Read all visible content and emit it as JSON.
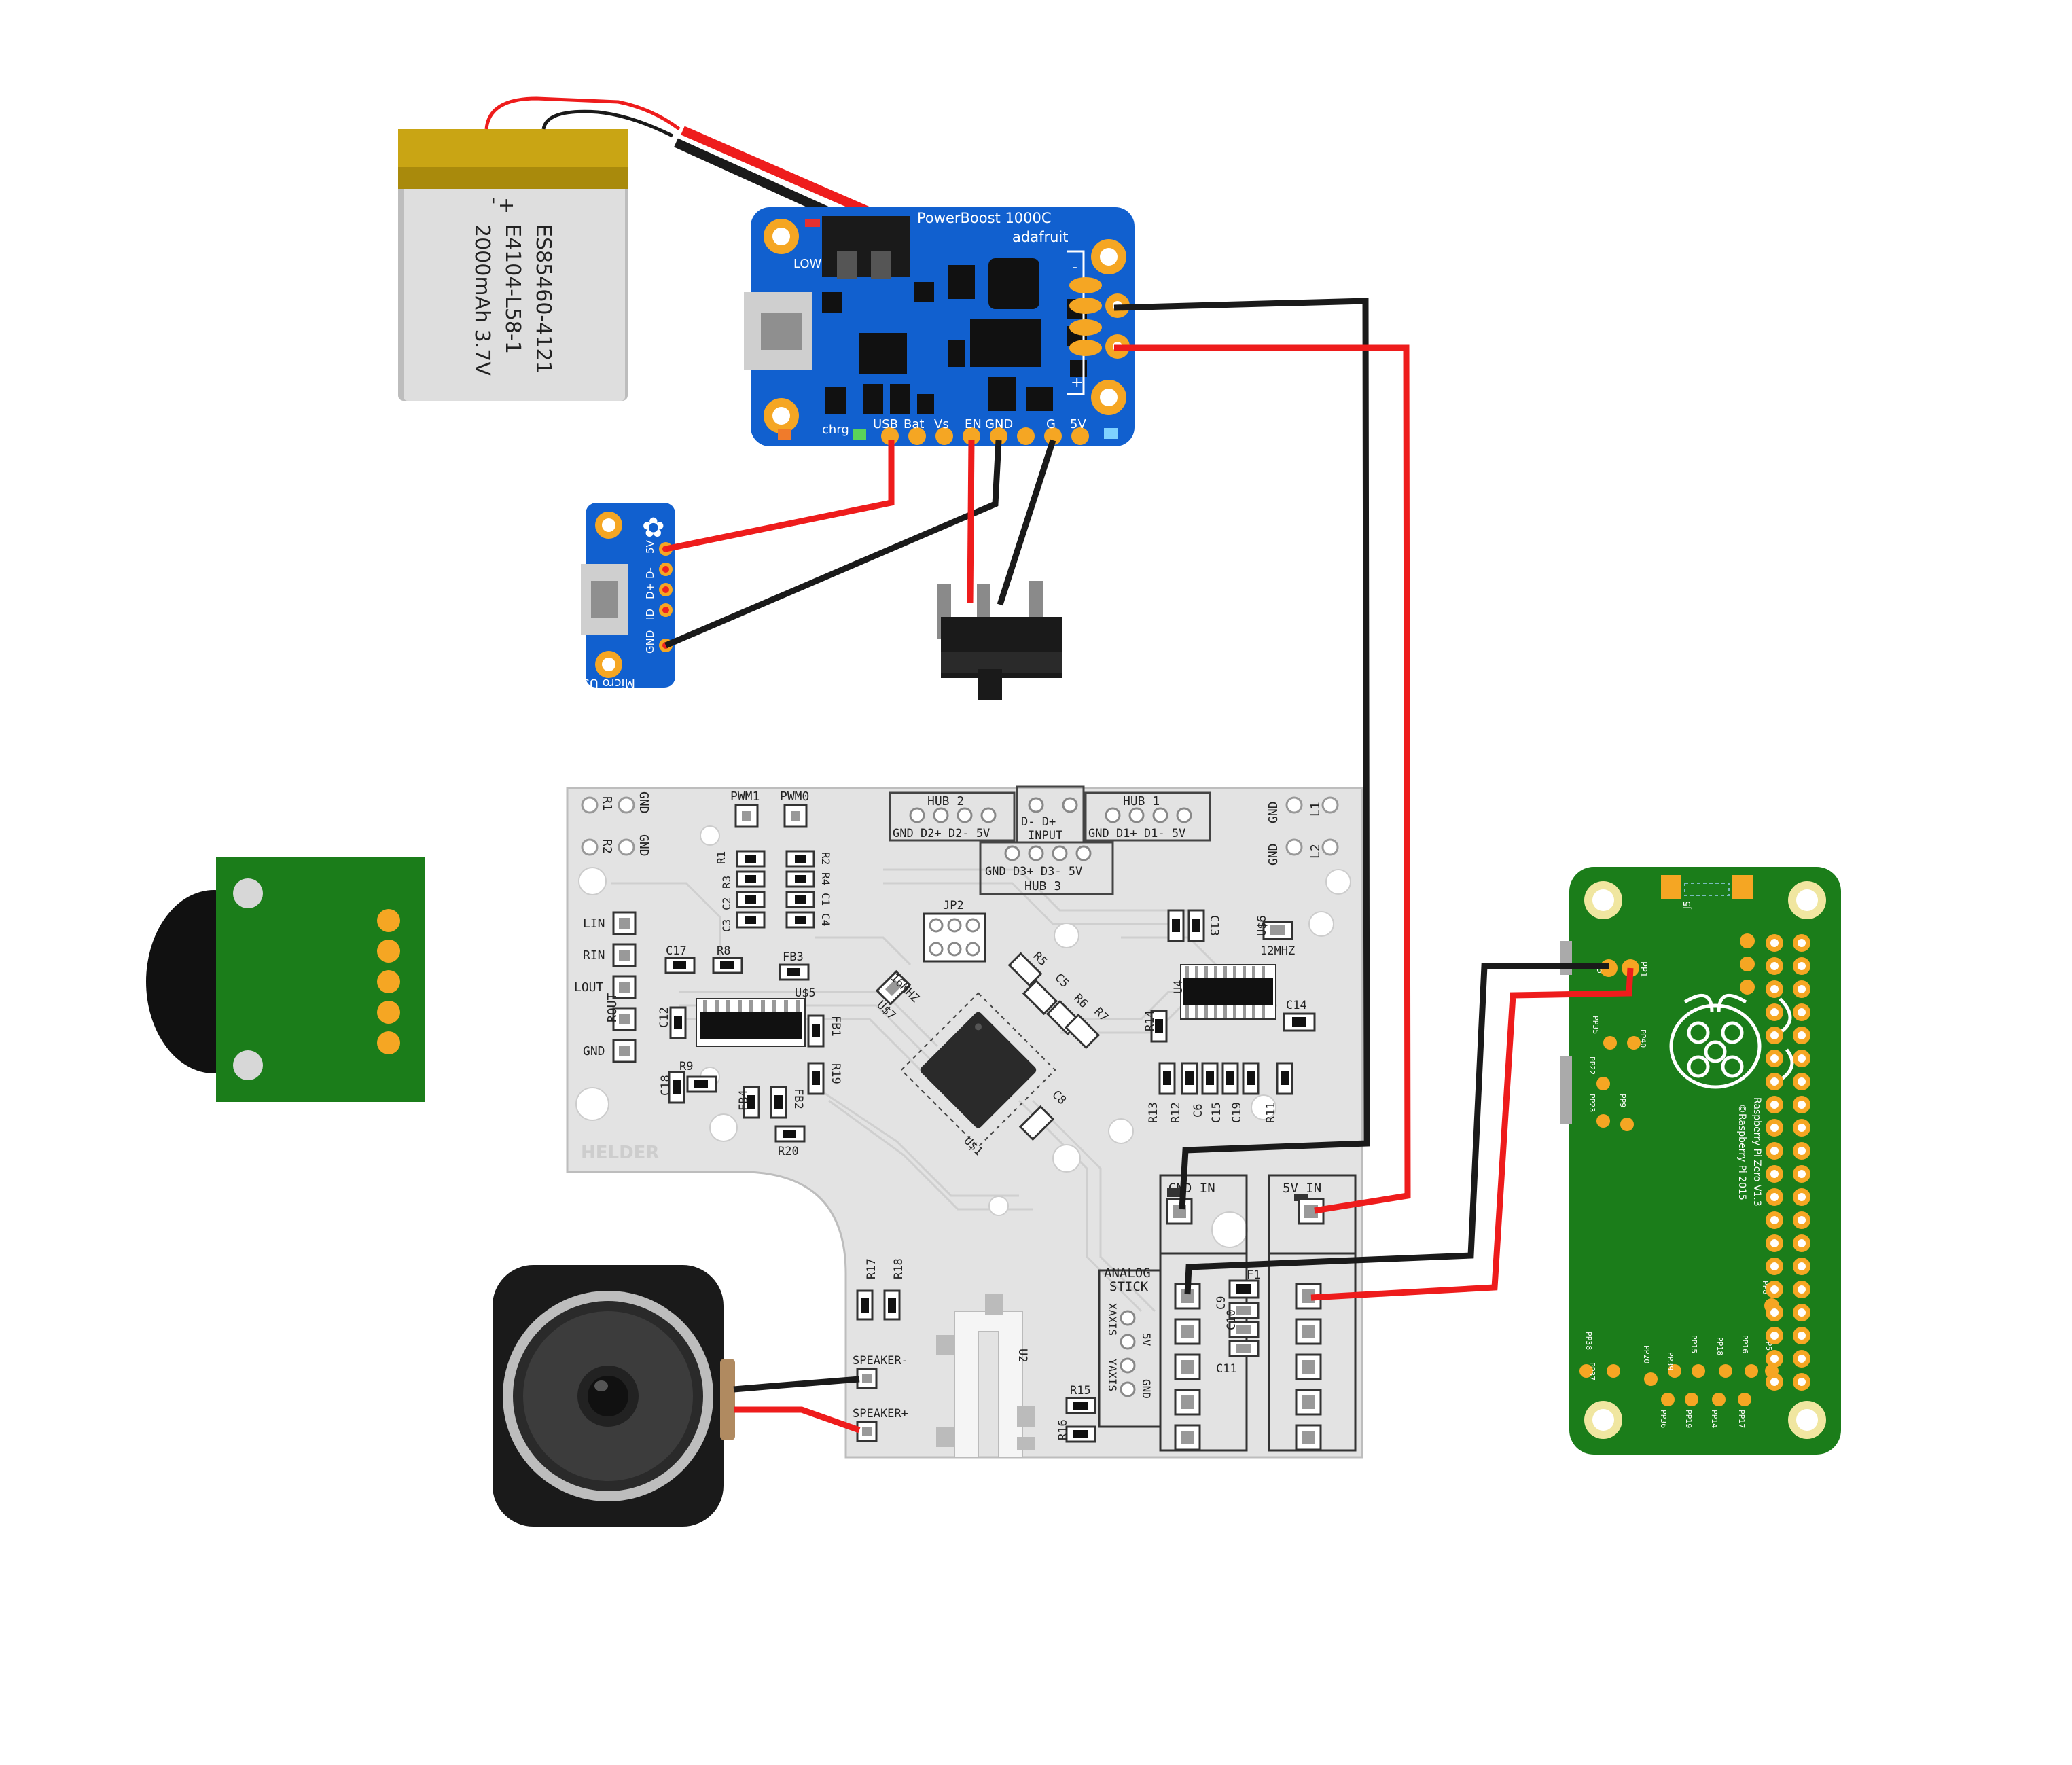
{
  "battery": {
    "line1": "ES85460-4121",
    "line2": "E4104-L58-1",
    "line3": "2000mAh 3.7V",
    "minus": "-",
    "plus": "+"
  },
  "powerboost": {
    "title": "PowerBoost 1000C",
    "brand": "adafruit",
    "low": "LOW",
    "chrg": "chrg",
    "pins": [
      "USB",
      "Bat",
      "Vs",
      "EN",
      "GND",
      "G",
      "5V"
    ],
    "minus": "-",
    "plus": "+"
  },
  "usb_breakout": {
    "pins": [
      "5V",
      "D-",
      "D+",
      "ID",
      "GND"
    ],
    "label": "Micro USB"
  },
  "main_pcb": {
    "top_left_labels": [
      "R1",
      "GND",
      "R2",
      "GND"
    ],
    "pwm": [
      "PWM1",
      "PWM0"
    ],
    "hub2": {
      "title": "HUB 2",
      "pins": "GND D2+ D2- 5V"
    },
    "hub1": {
      "title": "HUB 1",
      "pins": "GND D1+ D1- 5V"
    },
    "input": {
      "title": "INPUT",
      "pins": "D-  D+"
    },
    "hub3": {
      "title": "HUB 3",
      "pins": "GND D3+ D3- 5V"
    },
    "right_labels": [
      "GND",
      "GND",
      "L1",
      "L2"
    ],
    "audio_labels": [
      "LIN",
      "RIN",
      "LOUT",
      "ROUT",
      "GND"
    ],
    "resistor_labels_left": [
      "R1",
      "R3",
      "C2",
      "C3"
    ],
    "resistor_labels_right": [
      "R2",
      "R4",
      "C1",
      "C4"
    ],
    "parts": [
      "C17",
      "R8",
      "FB3",
      "C12",
      "U$5",
      "FB1",
      "R19",
      "C18",
      "R9",
      "FB4",
      "FB2",
      "R20",
      "JP2",
      "16MHZ",
      "U$7",
      "R5",
      "C5",
      "R6",
      "R7",
      "C8",
      "U$1",
      "C13",
      "U$6",
      "12MHZ",
      "U4",
      "C14",
      "R14",
      "R13",
      "R12",
      "C6",
      "C15",
      "C19",
      "R11"
    ],
    "logo": "HELDER",
    "gnd_in": "GND IN",
    "v5_in": "5V IN",
    "analog": "ANALOG\nSTICK",
    "analog_pins": [
      "XAXIS",
      "5V",
      "YAXIS",
      "GND"
    ],
    "lower_parts": [
      "R17",
      "R18",
      "U2",
      "R15",
      "R16",
      "F1",
      "C10",
      "C9",
      "C11"
    ],
    "speaker_minus": "SPEAKER-",
    "speaker_plus": "SPEAKER+"
  },
  "pi": {
    "name": "Raspberry Pi Zero V1.3",
    "copyright": "©Raspberry Pi 2015",
    "j5": "J5",
    "pp1": "PP1",
    "pp_labels": [
      "PP35",
      "PP40",
      "PP22",
      "PP9",
      "PP23",
      "PP8",
      "PP38",
      "PP37",
      "PP20",
      "PP39",
      "PP15",
      "PP18",
      "PP16",
      "PP5",
      "PP36",
      "PP19",
      "PP14",
      "PP17"
    ],
    "corner_label": "6"
  },
  "colors": {
    "wire_red": "#ee1c1c",
    "wire_black": "#1a1a1a",
    "powerboost_blue": "#1160cf",
    "pi_green": "#1b7d1a",
    "pad_gold": "#f5a623",
    "pcb_grey": "#e0e0e0"
  }
}
